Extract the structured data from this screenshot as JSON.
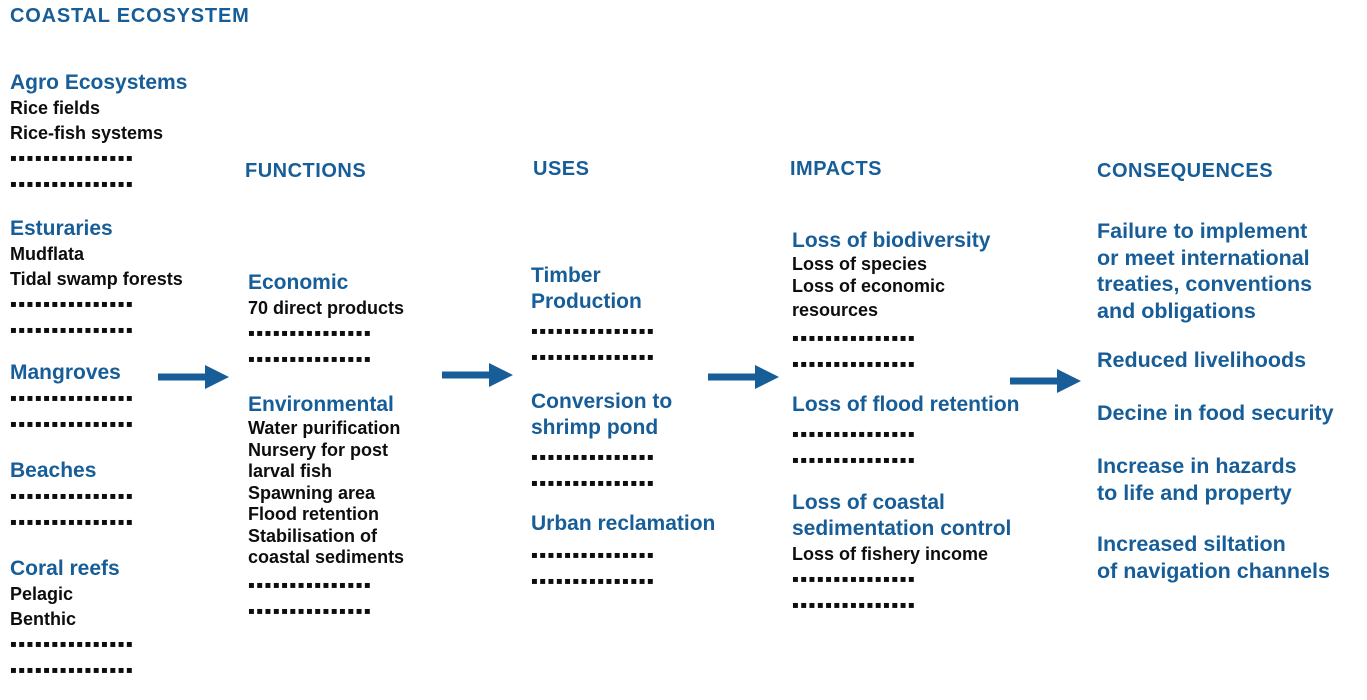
{
  "diagram_title": "COASTAL ECOSYSTEM",
  "dots_text": "▪▪▪▪▪▪▪▪▪▪▪▪▪▪▪",
  "colors": {
    "accent_blue": "#175d98",
    "text_black": "#0d0d0d",
    "background": "#ffffff"
  },
  "ecosystems": {
    "groups": [
      {
        "name": "Agro Ecosystems",
        "items": [
          "Rice fields",
          "Rice-fish systems"
        ]
      },
      {
        "name": "Esturaries",
        "items": [
          "Mudflata",
          "Tidal swamp forests"
        ]
      },
      {
        "name": "Mangroves",
        "items": []
      },
      {
        "name": "Beaches",
        "items": []
      },
      {
        "name": "Coral reefs",
        "items": [
          "Pelagic",
          "Benthic"
        ]
      }
    ]
  },
  "functions": {
    "header": "FUNCTIONS",
    "groups": [
      {
        "name": "Economic",
        "items": [
          "70 direct products"
        ]
      },
      {
        "name": "Environmental",
        "items": [
          "Water purification",
          "Nursery for post",
          "larval fish",
          "Spawning area",
          "Flood retention",
          "Stabilisation of",
          "coastal sediments"
        ]
      }
    ]
  },
  "uses": {
    "header": "USES",
    "groups": [
      {
        "name_lines": [
          "Timber",
          "Production"
        ]
      },
      {
        "name_lines": [
          "Conversion to",
          "shrimp pond"
        ]
      },
      {
        "name_lines": [
          "Urban reclamation"
        ]
      }
    ]
  },
  "impacts": {
    "header": "IMPACTS",
    "groups": [
      {
        "name_lines": [
          "Loss of biodiversity"
        ],
        "items": [
          "Loss of species",
          "Loss of economic",
          "resources"
        ]
      },
      {
        "name_lines": [
          "Loss of flood retention"
        ],
        "items": []
      },
      {
        "name_lines": [
          "Loss of coastal",
          "sedimentation control"
        ],
        "items": [
          "Loss of fishery income"
        ]
      }
    ]
  },
  "consequences": {
    "header": "CONSEQUENCES",
    "items": [
      {
        "lines": [
          "Failure to implement",
          "or meet international",
          "treaties, conventions",
          "and obligations"
        ]
      },
      {
        "lines": [
          "Reduced livelihoods"
        ]
      },
      {
        "lines": [
          "Decine in food security"
        ]
      },
      {
        "lines": [
          "Increase in hazards",
          "to life and property"
        ]
      },
      {
        "lines": [
          "Increased siltation",
          "of navigation channels"
        ]
      }
    ]
  }
}
